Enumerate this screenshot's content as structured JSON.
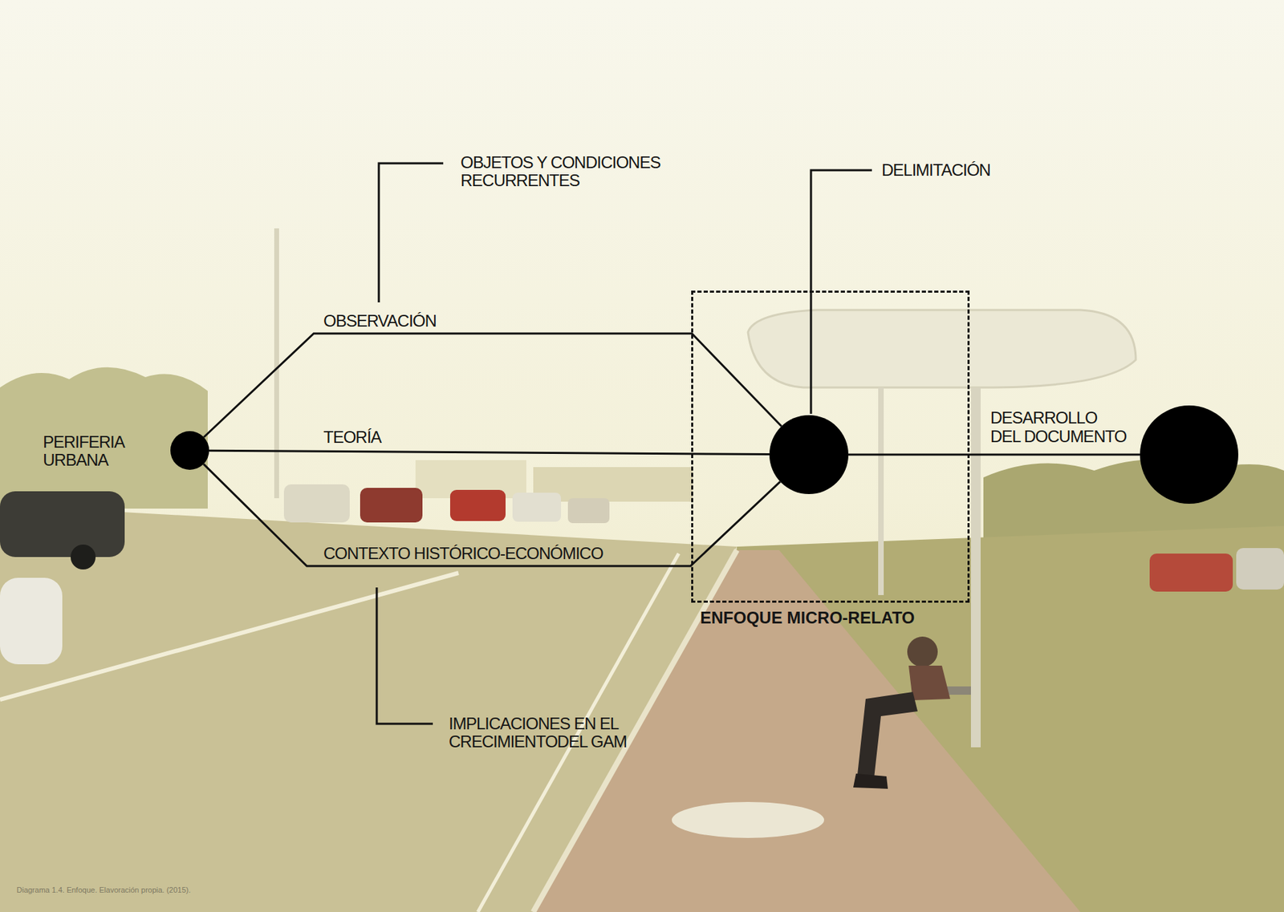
{
  "diagram": {
    "caption": "Diagrama 1.4. Enfoque. Elavoración propia. (2015).",
    "nodes": [
      {
        "text": [
          "PERIFERIA URBANA"
        ]
      },
      {
        "text": [
          "ENFOQUE MICRO-RELATO"
        ]
      },
      {
        "text": [
          "DELIMITACIÓN"
        ],
        "in": 1
      },
      {
        "text": []
      }
    ],
    "edges": [
      {
        "from": 0,
        "to": 2,
        "arrow": "none",
        "label": "OBSERVACIÓN"
      },
      {
        "from": 0,
        "to": 2,
        "arrow": "none",
        "label": "TEORÍA"
      },
      {
        "from": 0,
        "to": 2,
        "arrow": "none",
        "label": "CONTEXTO HISTÓRICO-ECONÓMICO"
      },
      {
        "from": 2,
        "to": 3,
        "arrow": "none",
        "label": "DESARROLLO DEL DOCUMENTO"
      }
    ],
    "labels": [
      "OBJETOS Y CONDICIONES RECURRENTES",
      "IMPLICACIONES EN EL CRECIMIENTODEL GAM"
    ]
  }
}
